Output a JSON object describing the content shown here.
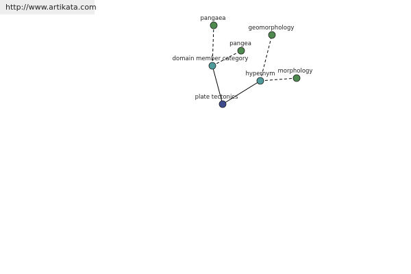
{
  "banner": {
    "url": "http://www.artikata.com"
  },
  "graph": {
    "colors": {
      "root": "#3f4a8c",
      "relation": "#4f9a9a",
      "term": "#4e8a4e",
      "edge": "#000000",
      "node_border": "#222222"
    },
    "nodes": [
      {
        "id": "plate-tectonics",
        "label": "plate tectonics",
        "kind": "root"
      },
      {
        "id": "domain-member-category",
        "label": "domain member category",
        "kind": "relation"
      },
      {
        "id": "hypernym",
        "label": "hypernym",
        "kind": "relation"
      },
      {
        "id": "pangaea",
        "label": "pangaea",
        "kind": "term"
      },
      {
        "id": "pangea",
        "label": "pangea",
        "kind": "term"
      },
      {
        "id": "geomorphology",
        "label": "geomorphology",
        "kind": "term"
      },
      {
        "id": "morphology",
        "label": "morphology",
        "kind": "term"
      }
    ],
    "edges": [
      {
        "from": "plate-tectonics",
        "to": "domain-member-category",
        "style": "solid"
      },
      {
        "from": "plate-tectonics",
        "to": "hypernym",
        "style": "solid"
      },
      {
        "from": "domain-member-category",
        "to": "pangaea",
        "style": "dashed"
      },
      {
        "from": "domain-member-category",
        "to": "pangea",
        "style": "dashed"
      },
      {
        "from": "hypernym",
        "to": "geomorphology",
        "style": "dashed"
      },
      {
        "from": "hypernym",
        "to": "morphology",
        "style": "dashed"
      }
    ]
  }
}
